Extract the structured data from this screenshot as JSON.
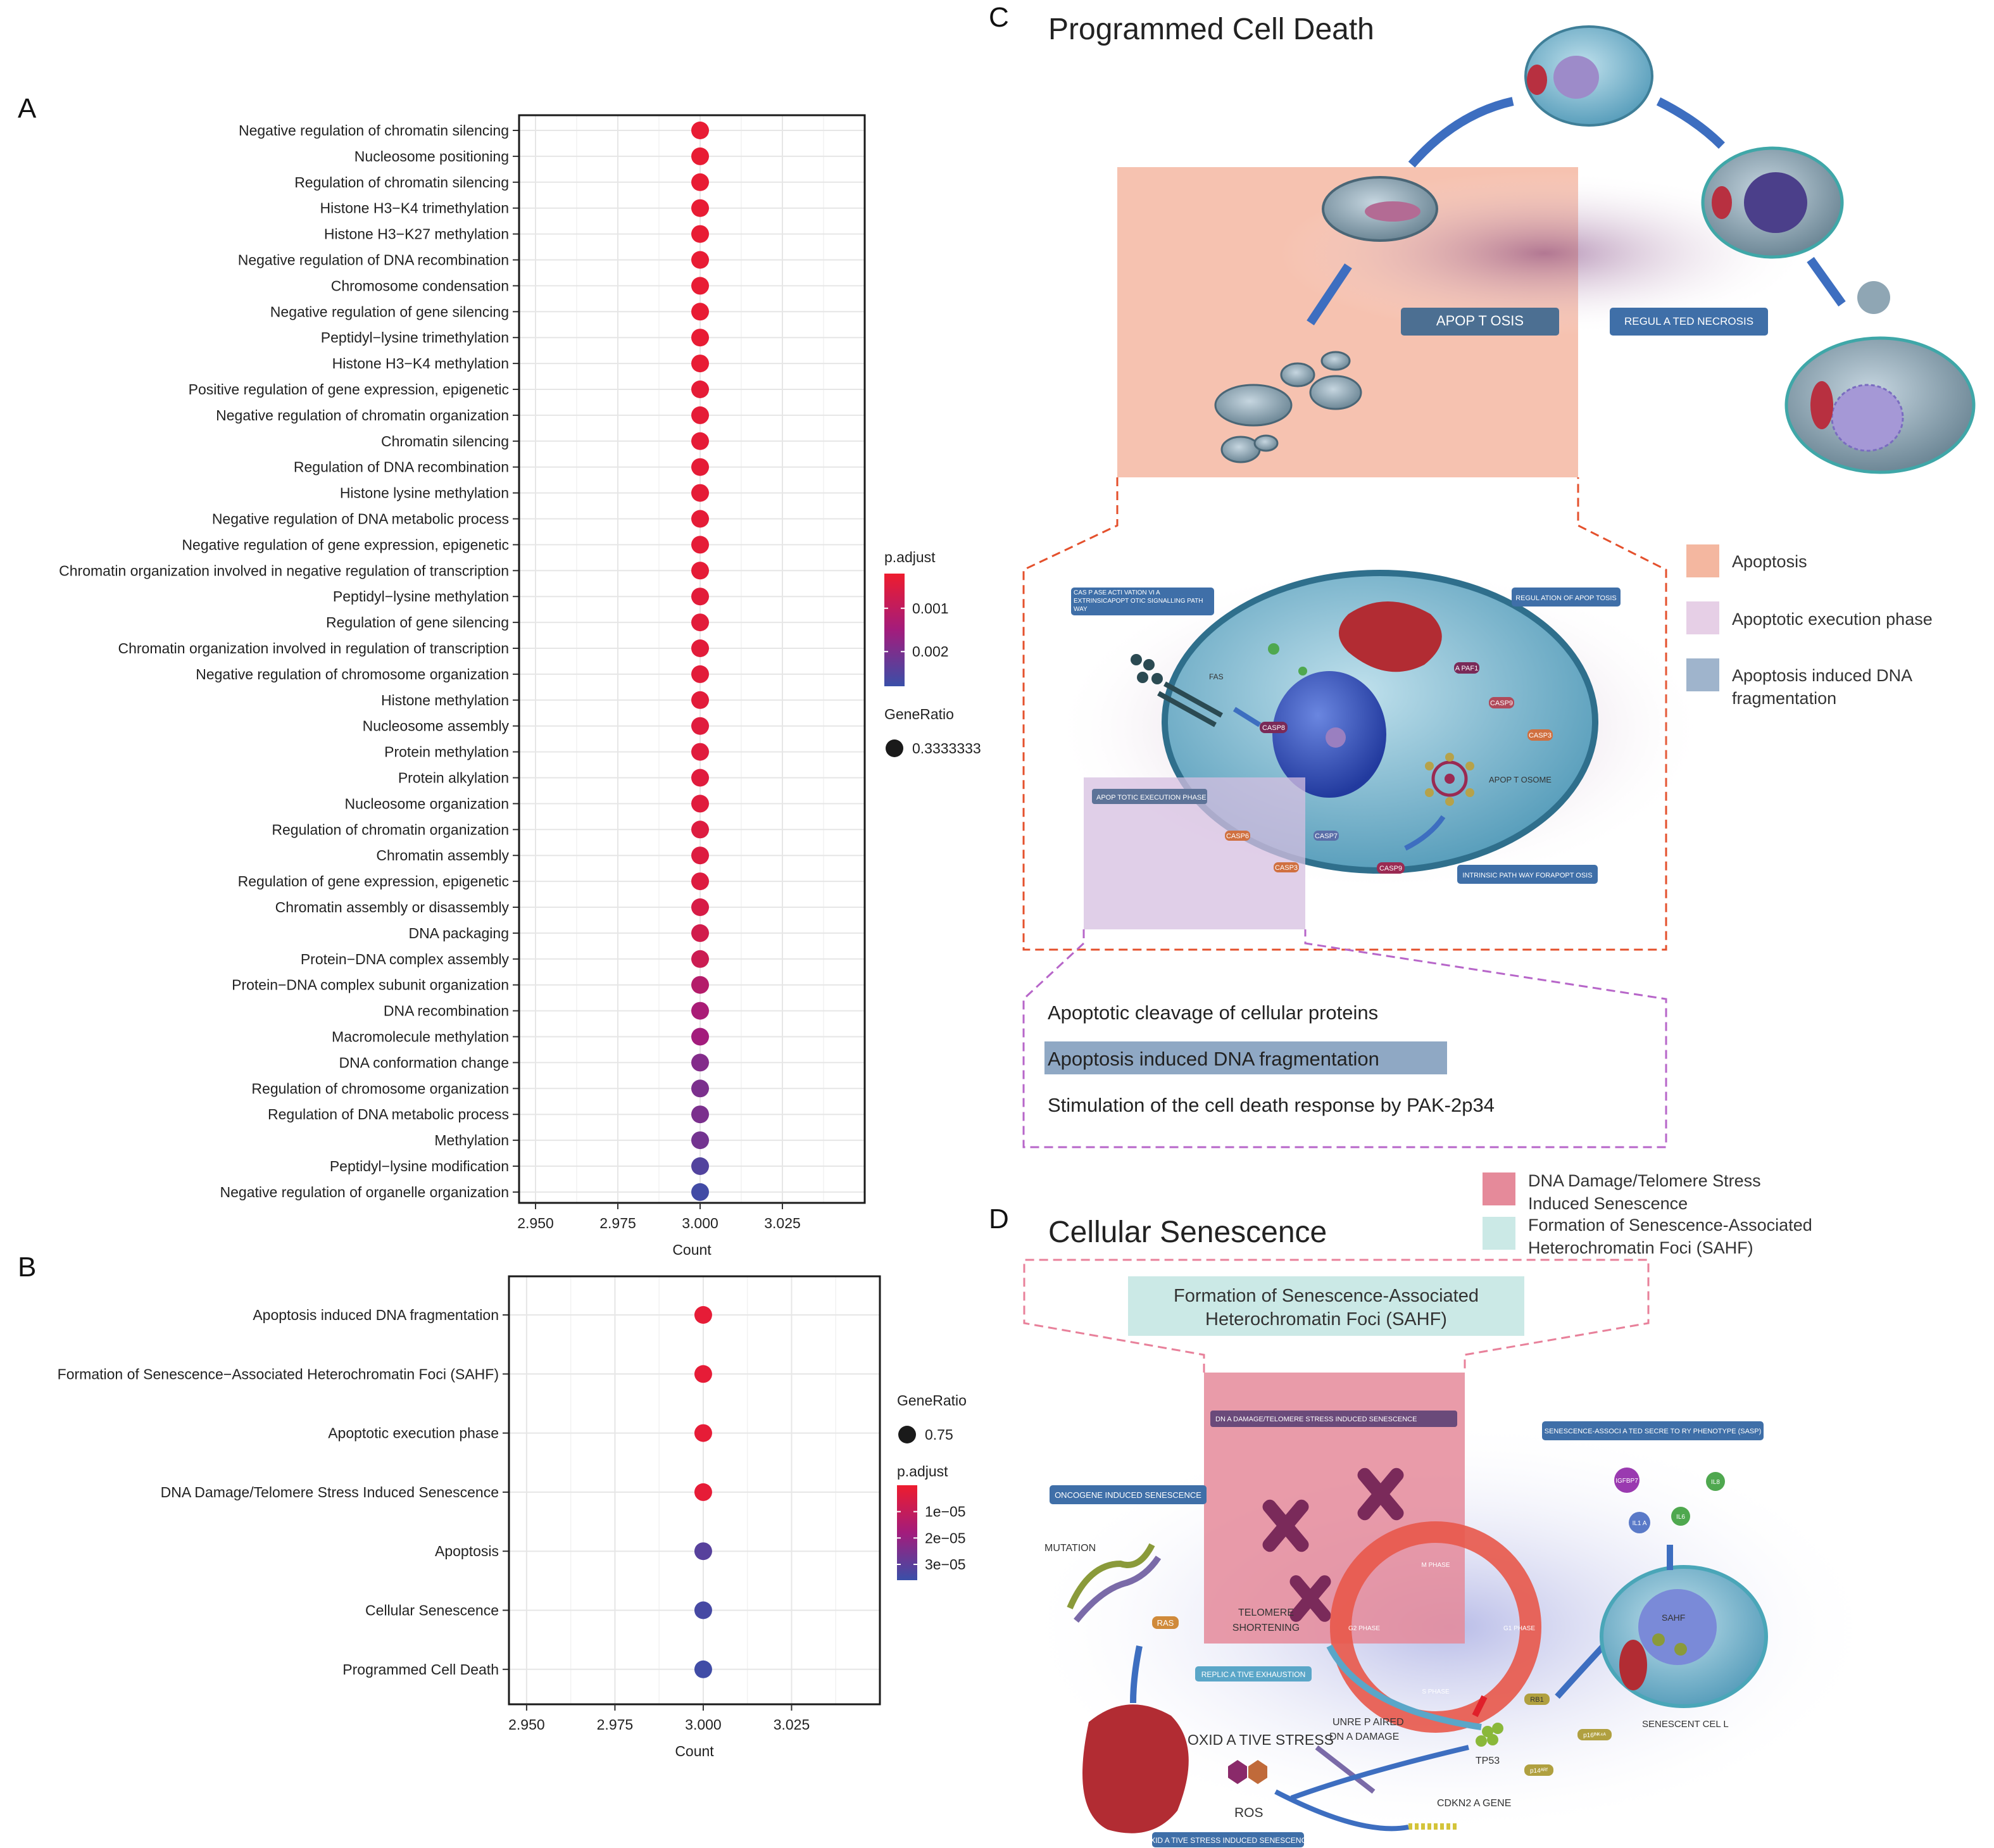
{
  "panel_letters": {
    "a": "A",
    "b": "B",
    "c": "C",
    "d": "D"
  },
  "chart_data": [
    {
      "panel": "A",
      "type": "scatter",
      "xlabel": "Count",
      "x_ticks": [
        "2.950",
        "2.975",
        "3.000",
        "3.025"
      ],
      "x_tick_values": [
        2.95,
        2.975,
        3.0,
        3.025
      ],
      "xlim": [
        2.945,
        3.05
      ],
      "categories": [
        "Negative regulation of chromatin silencing",
        "Nucleosome positioning",
        "Regulation of chromatin silencing",
        "Histone H3−K4 trimethylation",
        "Histone H3−K27 methylation",
        "Negative regulation of DNA recombination",
        "Chromosome condensation",
        "Negative regulation of gene silencing",
        "Peptidyl−lysine trimethylation",
        "Histone H3−K4 methylation",
        "Positive regulation of gene expression, epigenetic",
        "Negative regulation of chromatin organization",
        "Chromatin silencing",
        "Regulation of DNA recombination",
        "Histone lysine methylation",
        "Negative regulation of DNA metabolic process",
        "Negative regulation of gene expression, epigenetic",
        "Chromatin organization involved in negative regulation of transcription",
        "Peptidyl−lysine methylation",
        "Regulation of gene silencing",
        "Chromatin organization involved in regulation of transcription",
        "Negative regulation of chromosome organization",
        "Histone methylation",
        "Nucleosome assembly",
        "Protein methylation",
        "Protein alkylation",
        "Nucleosome organization",
        "Regulation of chromatin organization",
        "Chromatin assembly",
        "Regulation of gene expression, epigenetic",
        "Chromatin assembly or disassembly",
        "DNA packaging",
        "Protein−DNA complex assembly",
        "Protein−DNA complex subunit organization",
        "DNA recombination",
        "Macromolecule methylation",
        "DNA conformation change",
        "Regulation of chromosome organization",
        "Regulation of DNA metabolic process",
        "Methylation",
        "Peptidyl−lysine modification",
        "Negative regulation of organelle organization"
      ],
      "count": [
        3,
        3,
        3,
        3,
        3,
        3,
        3,
        3,
        3,
        3,
        3,
        3,
        3,
        3,
        3,
        3,
        3,
        3,
        3,
        3,
        3,
        3,
        3,
        3,
        3,
        3,
        3,
        3,
        3,
        3,
        3,
        3,
        3,
        3,
        3,
        3,
        3,
        3,
        3,
        3,
        3,
        3
      ],
      "p_adjust": [
        0.0003,
        0.0003,
        0.0003,
        0.0003,
        0.0003,
        0.0003,
        0.0003,
        0.0003,
        0.0003,
        0.0003,
        0.00035,
        0.00035,
        0.00035,
        0.00035,
        0.00035,
        0.00035,
        0.00035,
        0.00035,
        0.0004,
        0.0004,
        0.0004,
        0.0004,
        0.0004,
        0.00045,
        0.00045,
        0.00045,
        0.00045,
        0.0005,
        0.0005,
        0.0005,
        0.0006,
        0.0007,
        0.0008,
        0.0012,
        0.0014,
        0.0015,
        0.0019,
        0.002,
        0.002,
        0.0021,
        0.0025,
        0.0027
      ],
      "gene_ratio": 0.3333333,
      "legend_color_title": "p.adjust",
      "legend_color_ticks": [
        "0.001",
        "0.002"
      ],
      "legend_color_tick_values": [
        0.001,
        0.002
      ],
      "legend_color_range": [
        0.0002,
        0.0028
      ],
      "legend_size_title": "GeneRatio",
      "legend_size_label": "0.3333333",
      "grid": true,
      "color_low": "#ee1c2e",
      "color_high": "#3a4fa8"
    },
    {
      "panel": "B",
      "type": "scatter",
      "xlabel": "Count",
      "x_ticks": [
        "2.950",
        "2.975",
        "3.000",
        "3.025"
      ],
      "x_tick_values": [
        2.95,
        2.975,
        3.0,
        3.025
      ],
      "xlim": [
        2.945,
        3.05
      ],
      "categories": [
        "Apoptosis induced DNA fragmentation",
        "Formation of Senescence−Associated Heterochromatin Foci (SAHF)",
        "Apoptotic execution phase",
        "DNA Damage/Telomere Stress Induced Senescence",
        "Apoptosis",
        "Cellular Senescence",
        "Programmed Cell Death"
      ],
      "count": [
        3,
        3,
        3,
        3,
        3,
        3,
        3
      ],
      "p_adjust": [
        2e-06,
        2e-06,
        2e-06,
        2e-06,
        3.1e-05,
        3.4e-05,
        3.5e-05
      ],
      "gene_ratio": 0.75,
      "legend_size_title": "GeneRatio",
      "legend_size_label": "0.75",
      "legend_color_title": "p.adjust",
      "legend_color_ticks": [
        "1e−05",
        "2e−05",
        "3e−05"
      ],
      "legend_color_tick_values": [
        1e-05,
        2e-05,
        3e-05
      ],
      "legend_color_range": [
        0.0,
        3.6e-05
      ],
      "grid": true,
      "color_low": "#ee1c2e",
      "color_high": "#3a4fa8"
    }
  ],
  "panel_c": {
    "title": "Programmed Cell Death",
    "apoptosis_box": "APOP T OSIS",
    "necrosis_box": "REGUL A TED NECROSIS",
    "caspase_box": "CAS P ASE ACTI VATION VI A EXTRINSICAPOPT OTIC SIGNALLING PATH WAY",
    "regulation_box": "REGUL   ATION OF   APOP  TOSIS",
    "execution_box": "APOP   TOTIC EXECUTION PHASE",
    "intrinsic_box": "INTRINSIC PATH WAY FORAPOPT OSIS",
    "apoptosome": "APOP T OSOME",
    "fas": "FAS",
    "apaf1": "A PAF1",
    "casp8": "CASP8",
    "casp9a": "CASP9",
    "casp3a": "CASP3",
    "casp6": "CASP6",
    "casp7": "CASP7",
    "casp3b": "CASP3",
    "casp9b": "CASP9",
    "legend": [
      {
        "label": "Apoptosis",
        "color": "#f4b7a0"
      },
      {
        "label": "Apoptotic execution phase",
        "color": "#e6cfe6"
      },
      {
        "label_line1": "Apoptosis induced DNA",
        "label_line2": "fragmentation",
        "color": "#9fb4cc"
      }
    ],
    "list": [
      "Apoptotic cleavage of cellular proteins",
      "Apoptosis induced DNA fragmentation",
      "Stimulation of the cell death response by PAK-2p34"
    ],
    "highlight_color": "#8fa8c4"
  },
  "panel_d": {
    "title": "Cellular Senescence",
    "legend": [
      {
        "line1": "DNA Damage/Telomere Stress",
        "line2": "Induced Senescence",
        "color": "#e58a9a"
      },
      {
        "line1": "Formation of Senescence-Associated",
        "line2": "Heterochromatin Foci (SAHF)",
        "color": "#cbe9e6"
      }
    ],
    "sahf_box_line1": "Formation of Senescence-Associated",
    "sahf_box_line2": "Heterochromatin Foci (SAHF)",
    "dna_damage_box": "DN A DAMAGE/TELOMERE STRESS INDUCED SENESCENCE",
    "sasp_box": "SENESCENCE-ASSOCI A TED SECRE TO RY PHENOTYPE (SASP)",
    "oncogene_box": "ONCOGENE INDUCED SENESCENCE",
    "replicative_box": "REPLIC A TIVE EXHAUSTION",
    "oxidative_box": "OXID A TIVE STRESS INDUCED SENESCENCE",
    "mutation": "MUTATION",
    "ras": "RAS",
    "telomere_line1": "TELOMERE",
    "telomere_line2": "SHORTENING",
    "oxidative_stress": "OXID A TIVE STRESS",
    "ros": "ROS",
    "unrepaired_line1": "UNRE P AIRED",
    "unrepaired_line2": "DN A  DAMAGE",
    "tp53": "TP53",
    "cdkn2a": "CDKN2 A GENE",
    "rb1": "RB1",
    "p14": "p14ᴬᴿᶠ",
    "p16": "p16ᴵᴺᴷ⁴ᴬ",
    "senescent_cell": "SENESCENT CEL L",
    "sahf": "SAHF",
    "igfbp7": "IGFBP7",
    "il8": "IL8",
    "il1a": "IL1 A",
    "il6": "IL6",
    "m_phase": "M PHASE",
    "g1_phase": "G1 PHASE",
    "s_phase": "S PHASE",
    "g2_phase": "G2 PHASE"
  }
}
